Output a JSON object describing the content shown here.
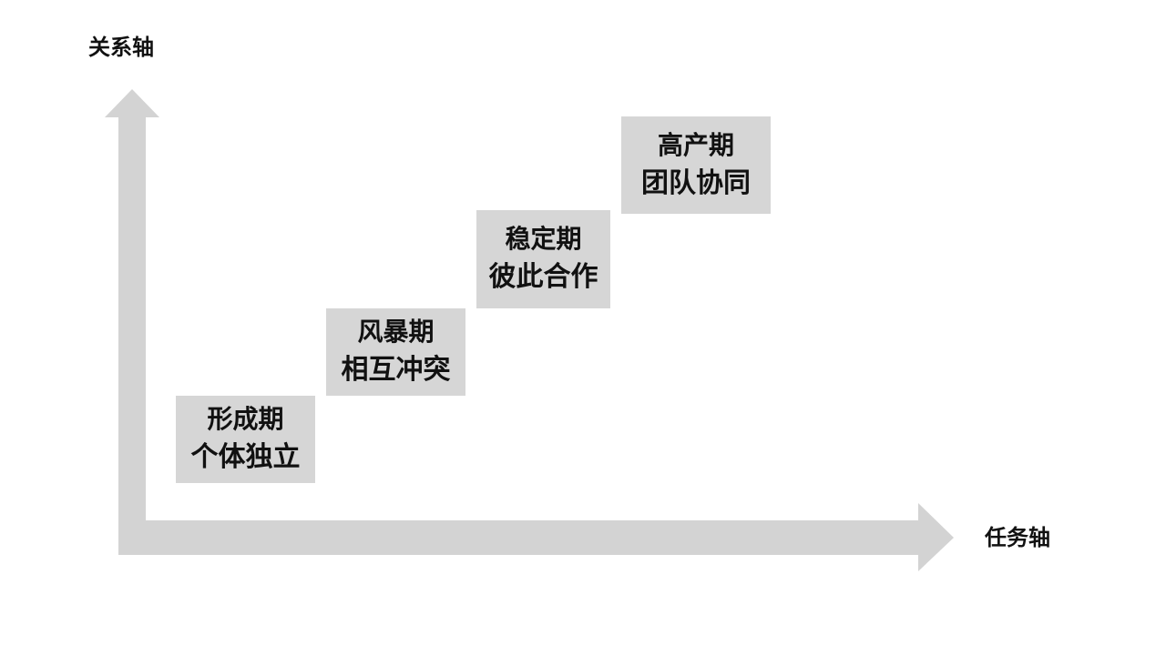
{
  "diagram": {
    "axes": {
      "y_label": "关系轴",
      "x_label": "任务轴",
      "color": "#d3d3d3"
    },
    "stages": [
      {
        "name": "形成期",
        "desc": "个体独立"
      },
      {
        "name": "风暴期",
        "desc": "相互冲突"
      },
      {
        "name": "稳定期",
        "desc": "彼此合作"
      },
      {
        "name": "高产期",
        "desc": "团队协同"
      }
    ],
    "box_color": "#d6d6d6",
    "text_color": "#111111"
  }
}
